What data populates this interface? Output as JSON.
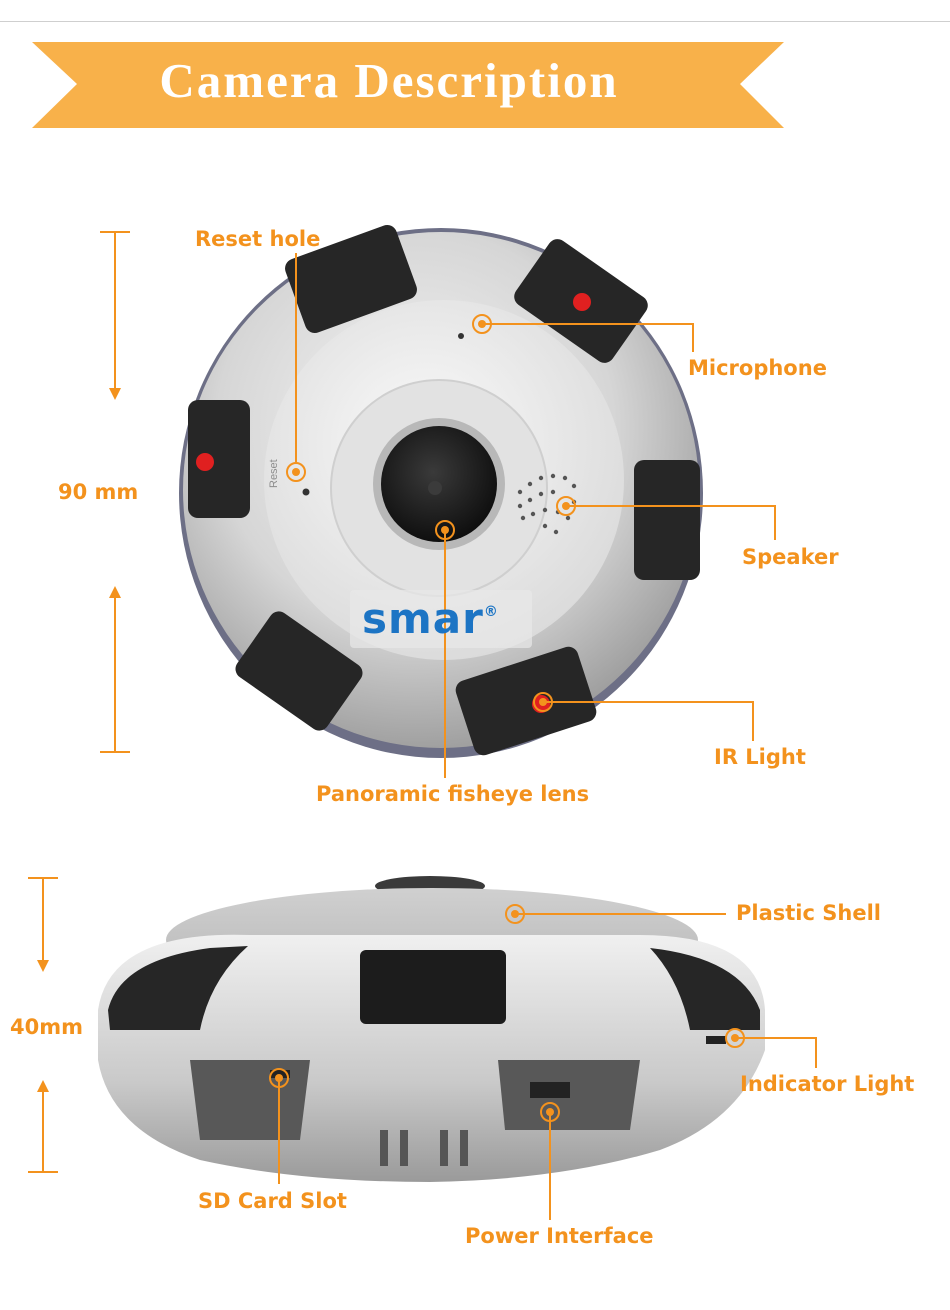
{
  "banner": {
    "title": "Camera Description",
    "color": "#f8b14a"
  },
  "accent_color": "#f3921d",
  "top_view": {
    "dimension": "90 mm",
    "brand": "smar",
    "brand_mark": "®",
    "reset_print": "Reset",
    "labels": {
      "reset_hole": "Reset hole",
      "microphone": "Microphone",
      "speaker": "Speaker",
      "ir_light": "IR Light",
      "fisheye_lens": "Panoramic fisheye lens"
    }
  },
  "side_view": {
    "dimension": "40mm",
    "labels": {
      "plastic_shell": "Plastic Shell",
      "indicator_light": "Indicator Light",
      "sd_card_slot": "SD Card Slot",
      "power_interface": "Power Interface"
    }
  }
}
